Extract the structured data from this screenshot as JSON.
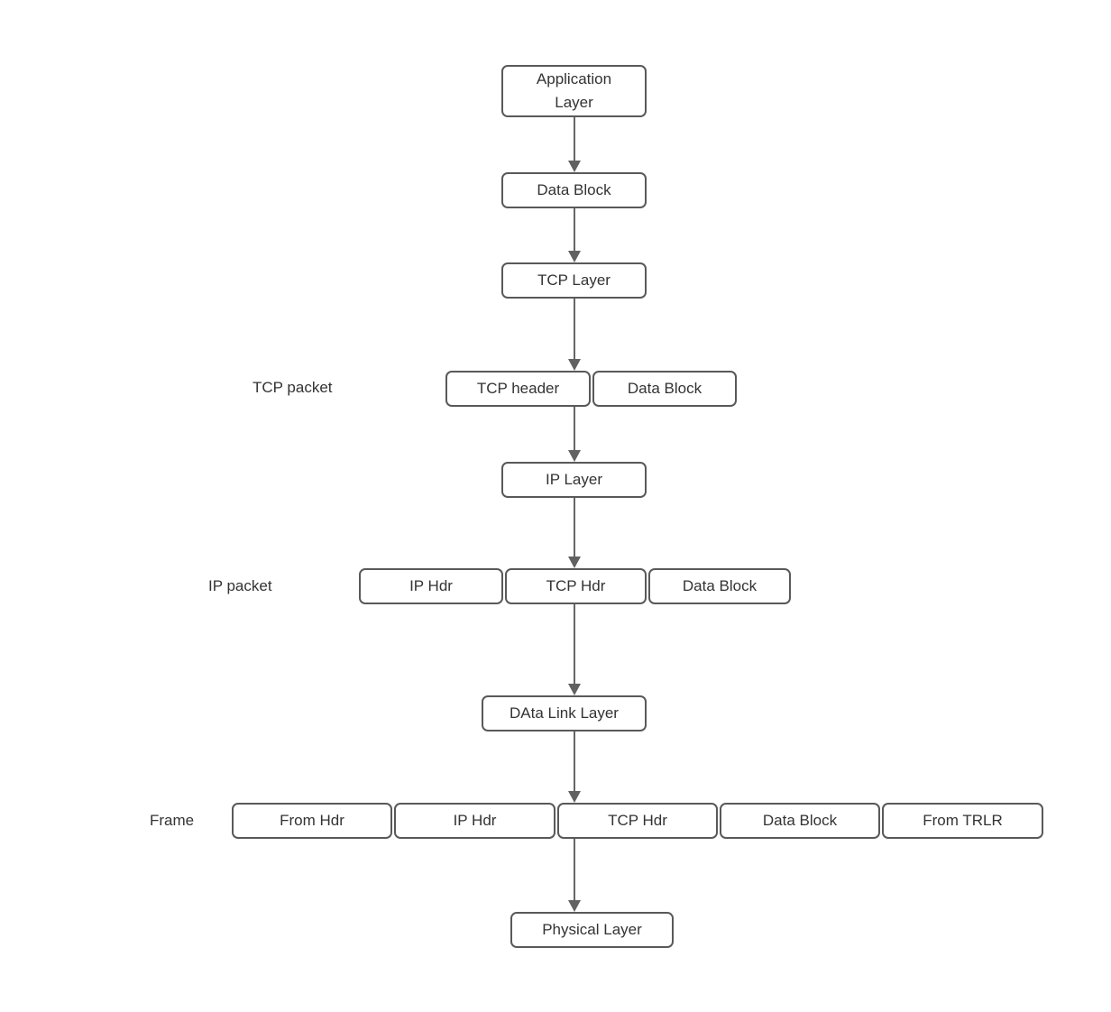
{
  "colors": {
    "background": "#ffffff",
    "box_fill": "#ffffff",
    "box_border": "#595959",
    "text": "#333333",
    "arrow": "#666666"
  },
  "nodes": {
    "application_layer": {
      "label": "Application Layer"
    },
    "data_block_1": {
      "label": "Data Block"
    },
    "tcp_layer": {
      "label": "TCP Layer"
    },
    "tcp_header": {
      "label": "TCP header"
    },
    "data_block_2": {
      "label": "Data Block"
    },
    "ip_layer": {
      "label": "IP Layer"
    },
    "ip_hdr_1": {
      "label": "IP Hdr"
    },
    "tcp_hdr_1": {
      "label": "TCP Hdr"
    },
    "data_block_3": {
      "label": "Data Block"
    },
    "data_link_layer": {
      "label": "DAta Link Layer"
    },
    "from_hdr": {
      "label": "From Hdr"
    },
    "ip_hdr_2": {
      "label": "IP Hdr"
    },
    "tcp_hdr_2": {
      "label": "TCP Hdr"
    },
    "data_block_4": {
      "label": "Data Block"
    },
    "from_trlr": {
      "label": "From TRLR"
    },
    "physical_layer": {
      "label": "Physical Layer"
    }
  },
  "row_labels": {
    "tcp_packet": "TCP packet",
    "ip_packet": "IP packet",
    "frame": "Frame"
  }
}
